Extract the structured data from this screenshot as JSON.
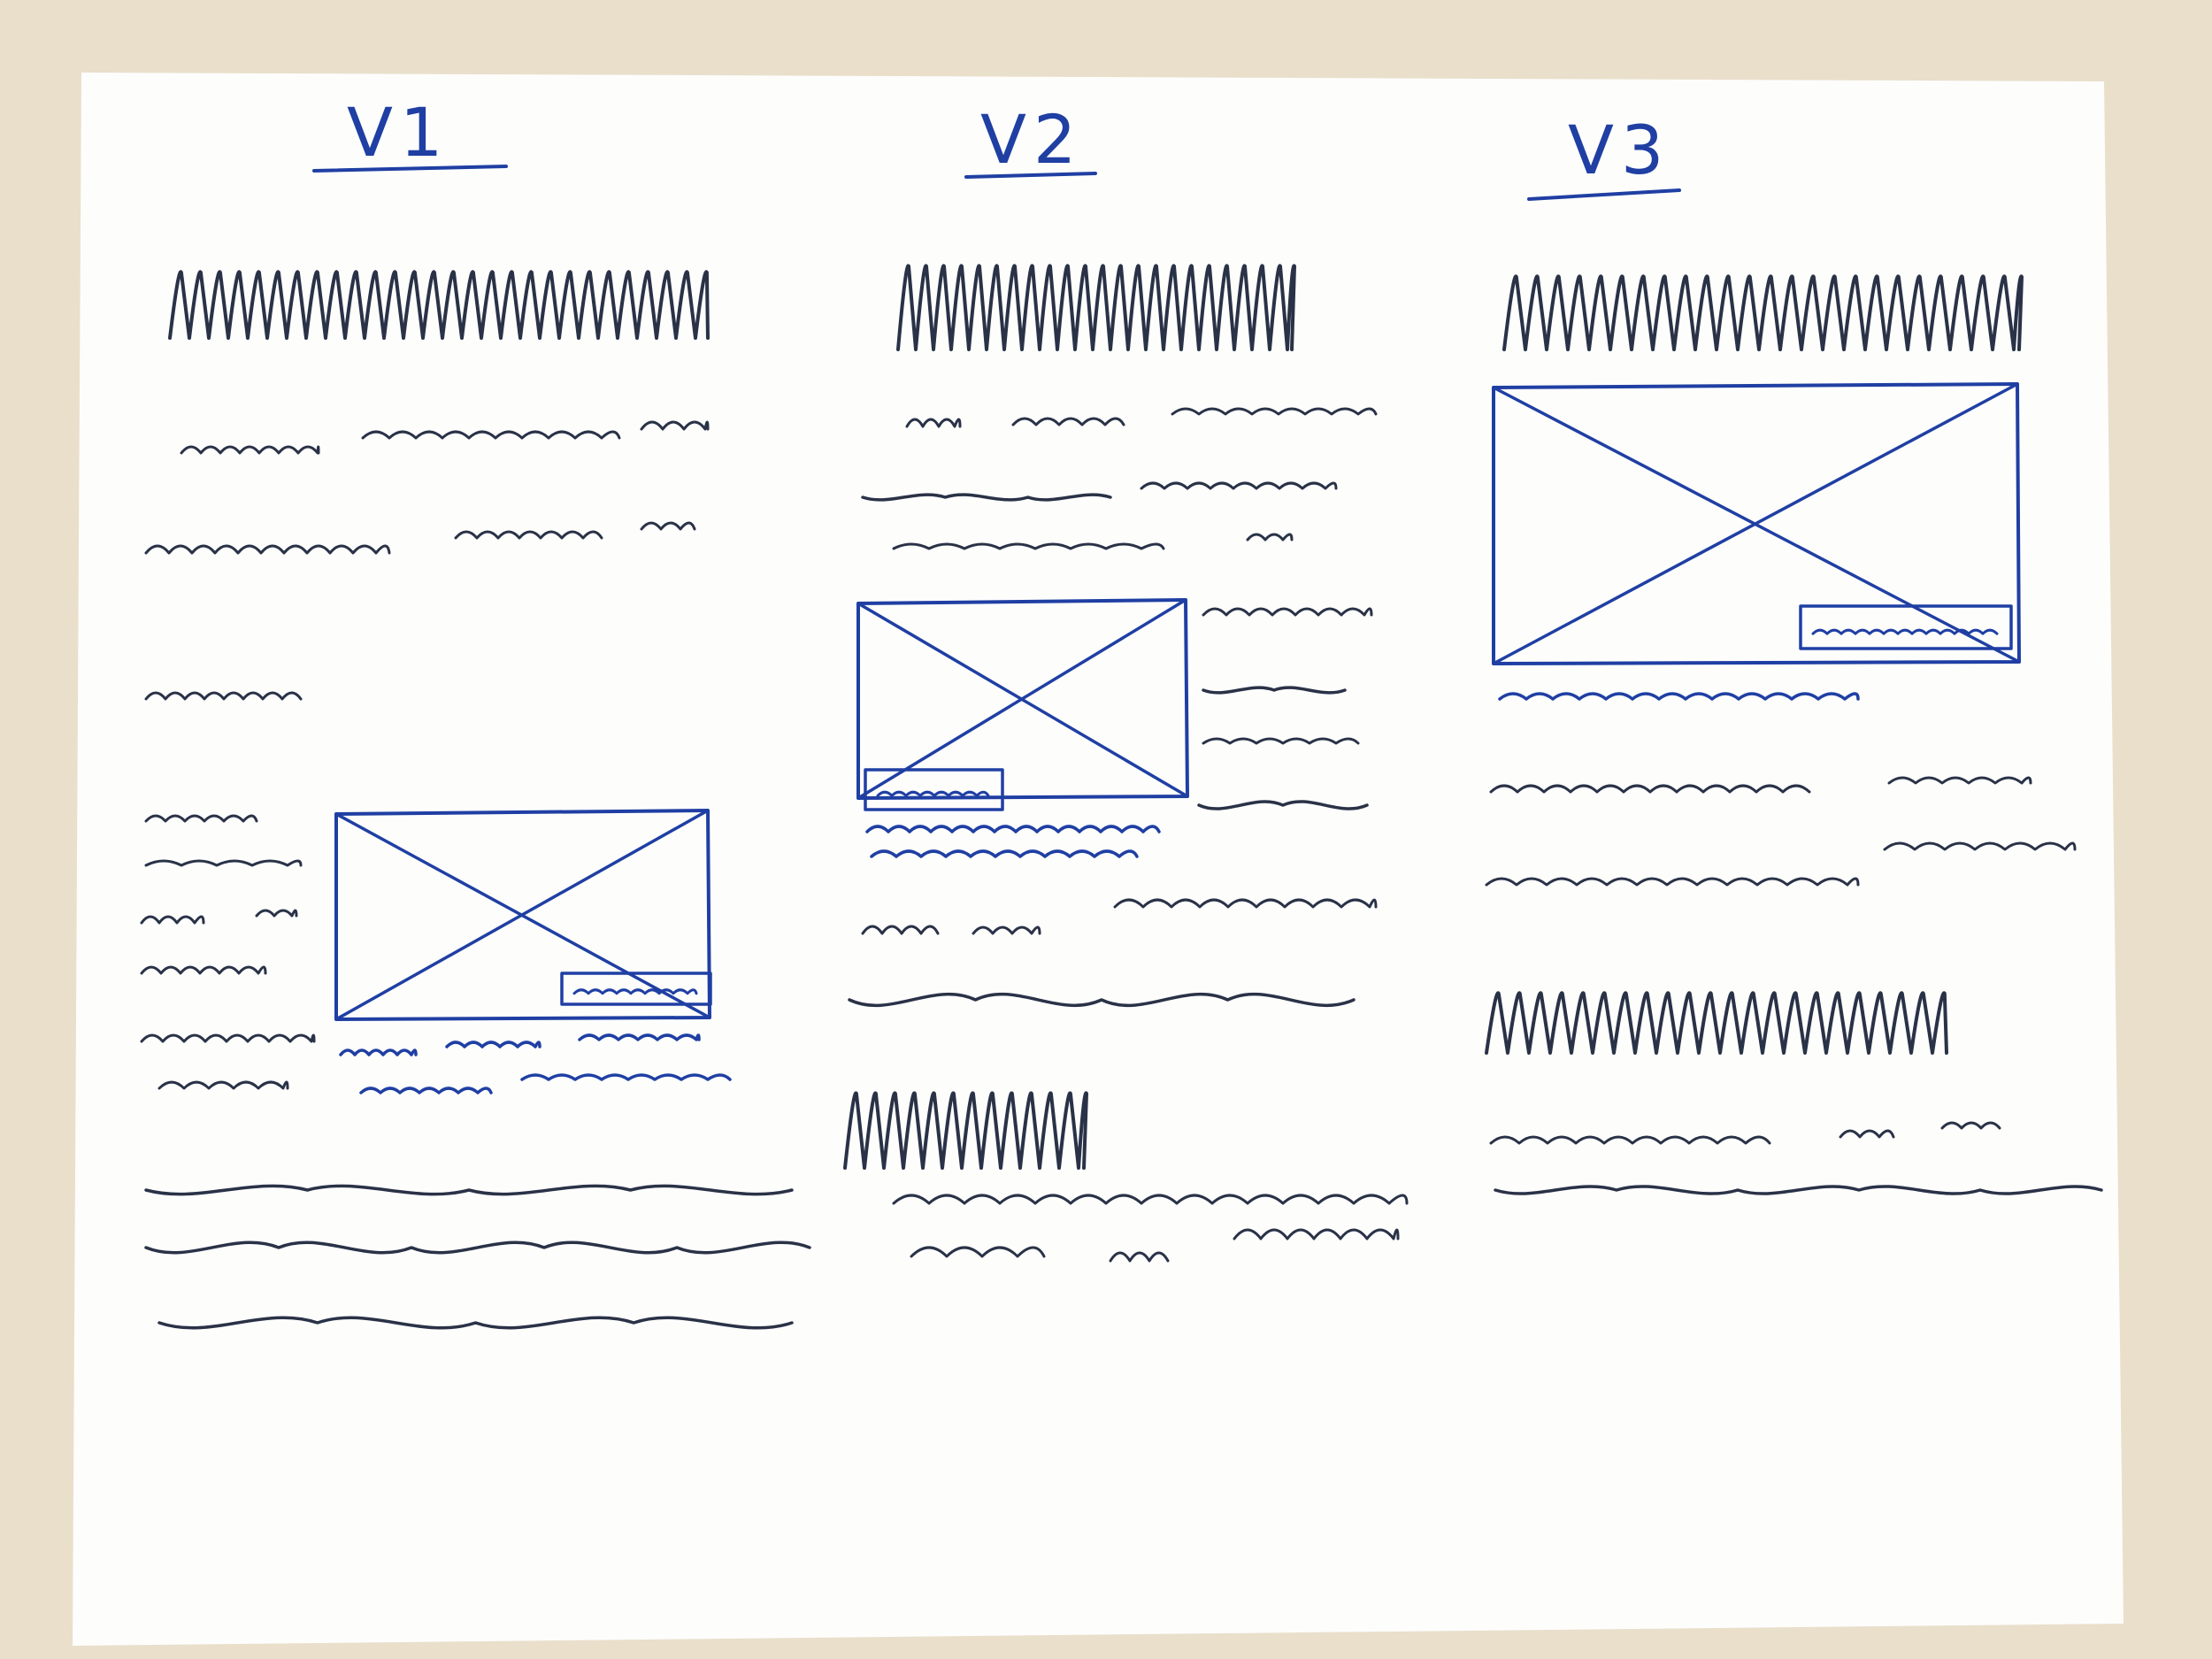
{
  "colors": {
    "desk": "#e9dfcb",
    "paper": "#fdfdfc",
    "blue_ink": "#1f3fa3",
    "black_ink": "#2a3247"
  },
  "columns": [
    {
      "title": "V1"
    },
    {
      "title": "V2"
    },
    {
      "title": "V3"
    }
  ]
}
